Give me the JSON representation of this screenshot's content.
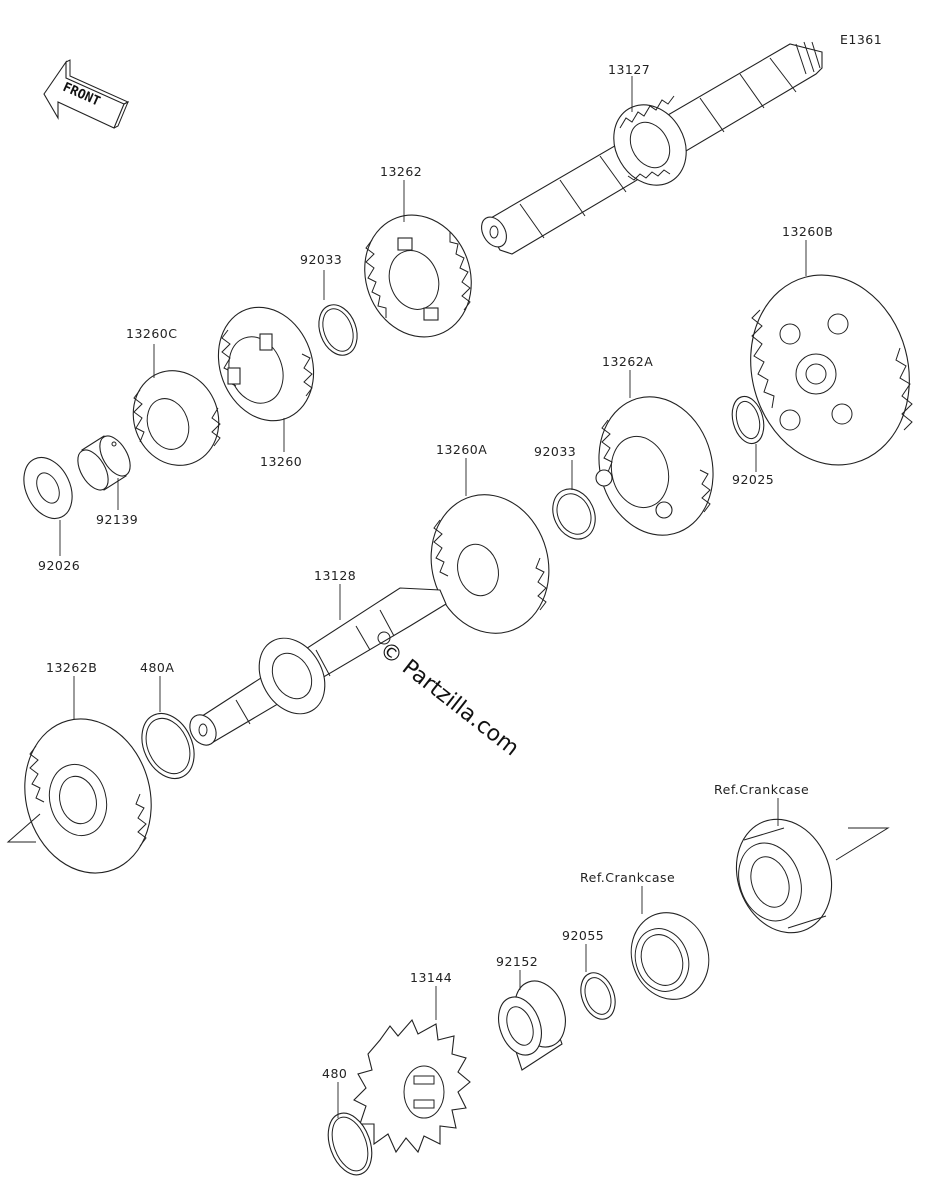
{
  "diagram_id": "E1361",
  "front_label": "FRONT",
  "watermark": "© Partzilla.com",
  "parts": [
    {
      "key": "p13127",
      "label": "13127"
    },
    {
      "key": "p13262",
      "label": "13262"
    },
    {
      "key": "p92033a",
      "label": "92033"
    },
    {
      "key": "p13260c",
      "label": "13260C"
    },
    {
      "key": "p13260",
      "label": "13260"
    },
    {
      "key": "p92139",
      "label": "92139"
    },
    {
      "key": "p92026",
      "label": "92026"
    },
    {
      "key": "p13260b",
      "label": "13260B"
    },
    {
      "key": "p92025",
      "label": "92025"
    },
    {
      "key": "p13262a",
      "label": "13262A"
    },
    {
      "key": "p92033b",
      "label": "92033"
    },
    {
      "key": "p13260a",
      "label": "13260A"
    },
    {
      "key": "p13128",
      "label": "13128"
    },
    {
      "key": "p13262b",
      "label": "13262B"
    },
    {
      "key": "p480a",
      "label": "480A"
    },
    {
      "key": "pref1",
      "label": "Ref.Crankcase"
    },
    {
      "key": "pref2",
      "label": "Ref.Crankcase"
    },
    {
      "key": "p92055",
      "label": "92055"
    },
    {
      "key": "p92152",
      "label": "92152"
    },
    {
      "key": "p13144",
      "label": "13144"
    },
    {
      "key": "p480",
      "label": "480"
    }
  ]
}
